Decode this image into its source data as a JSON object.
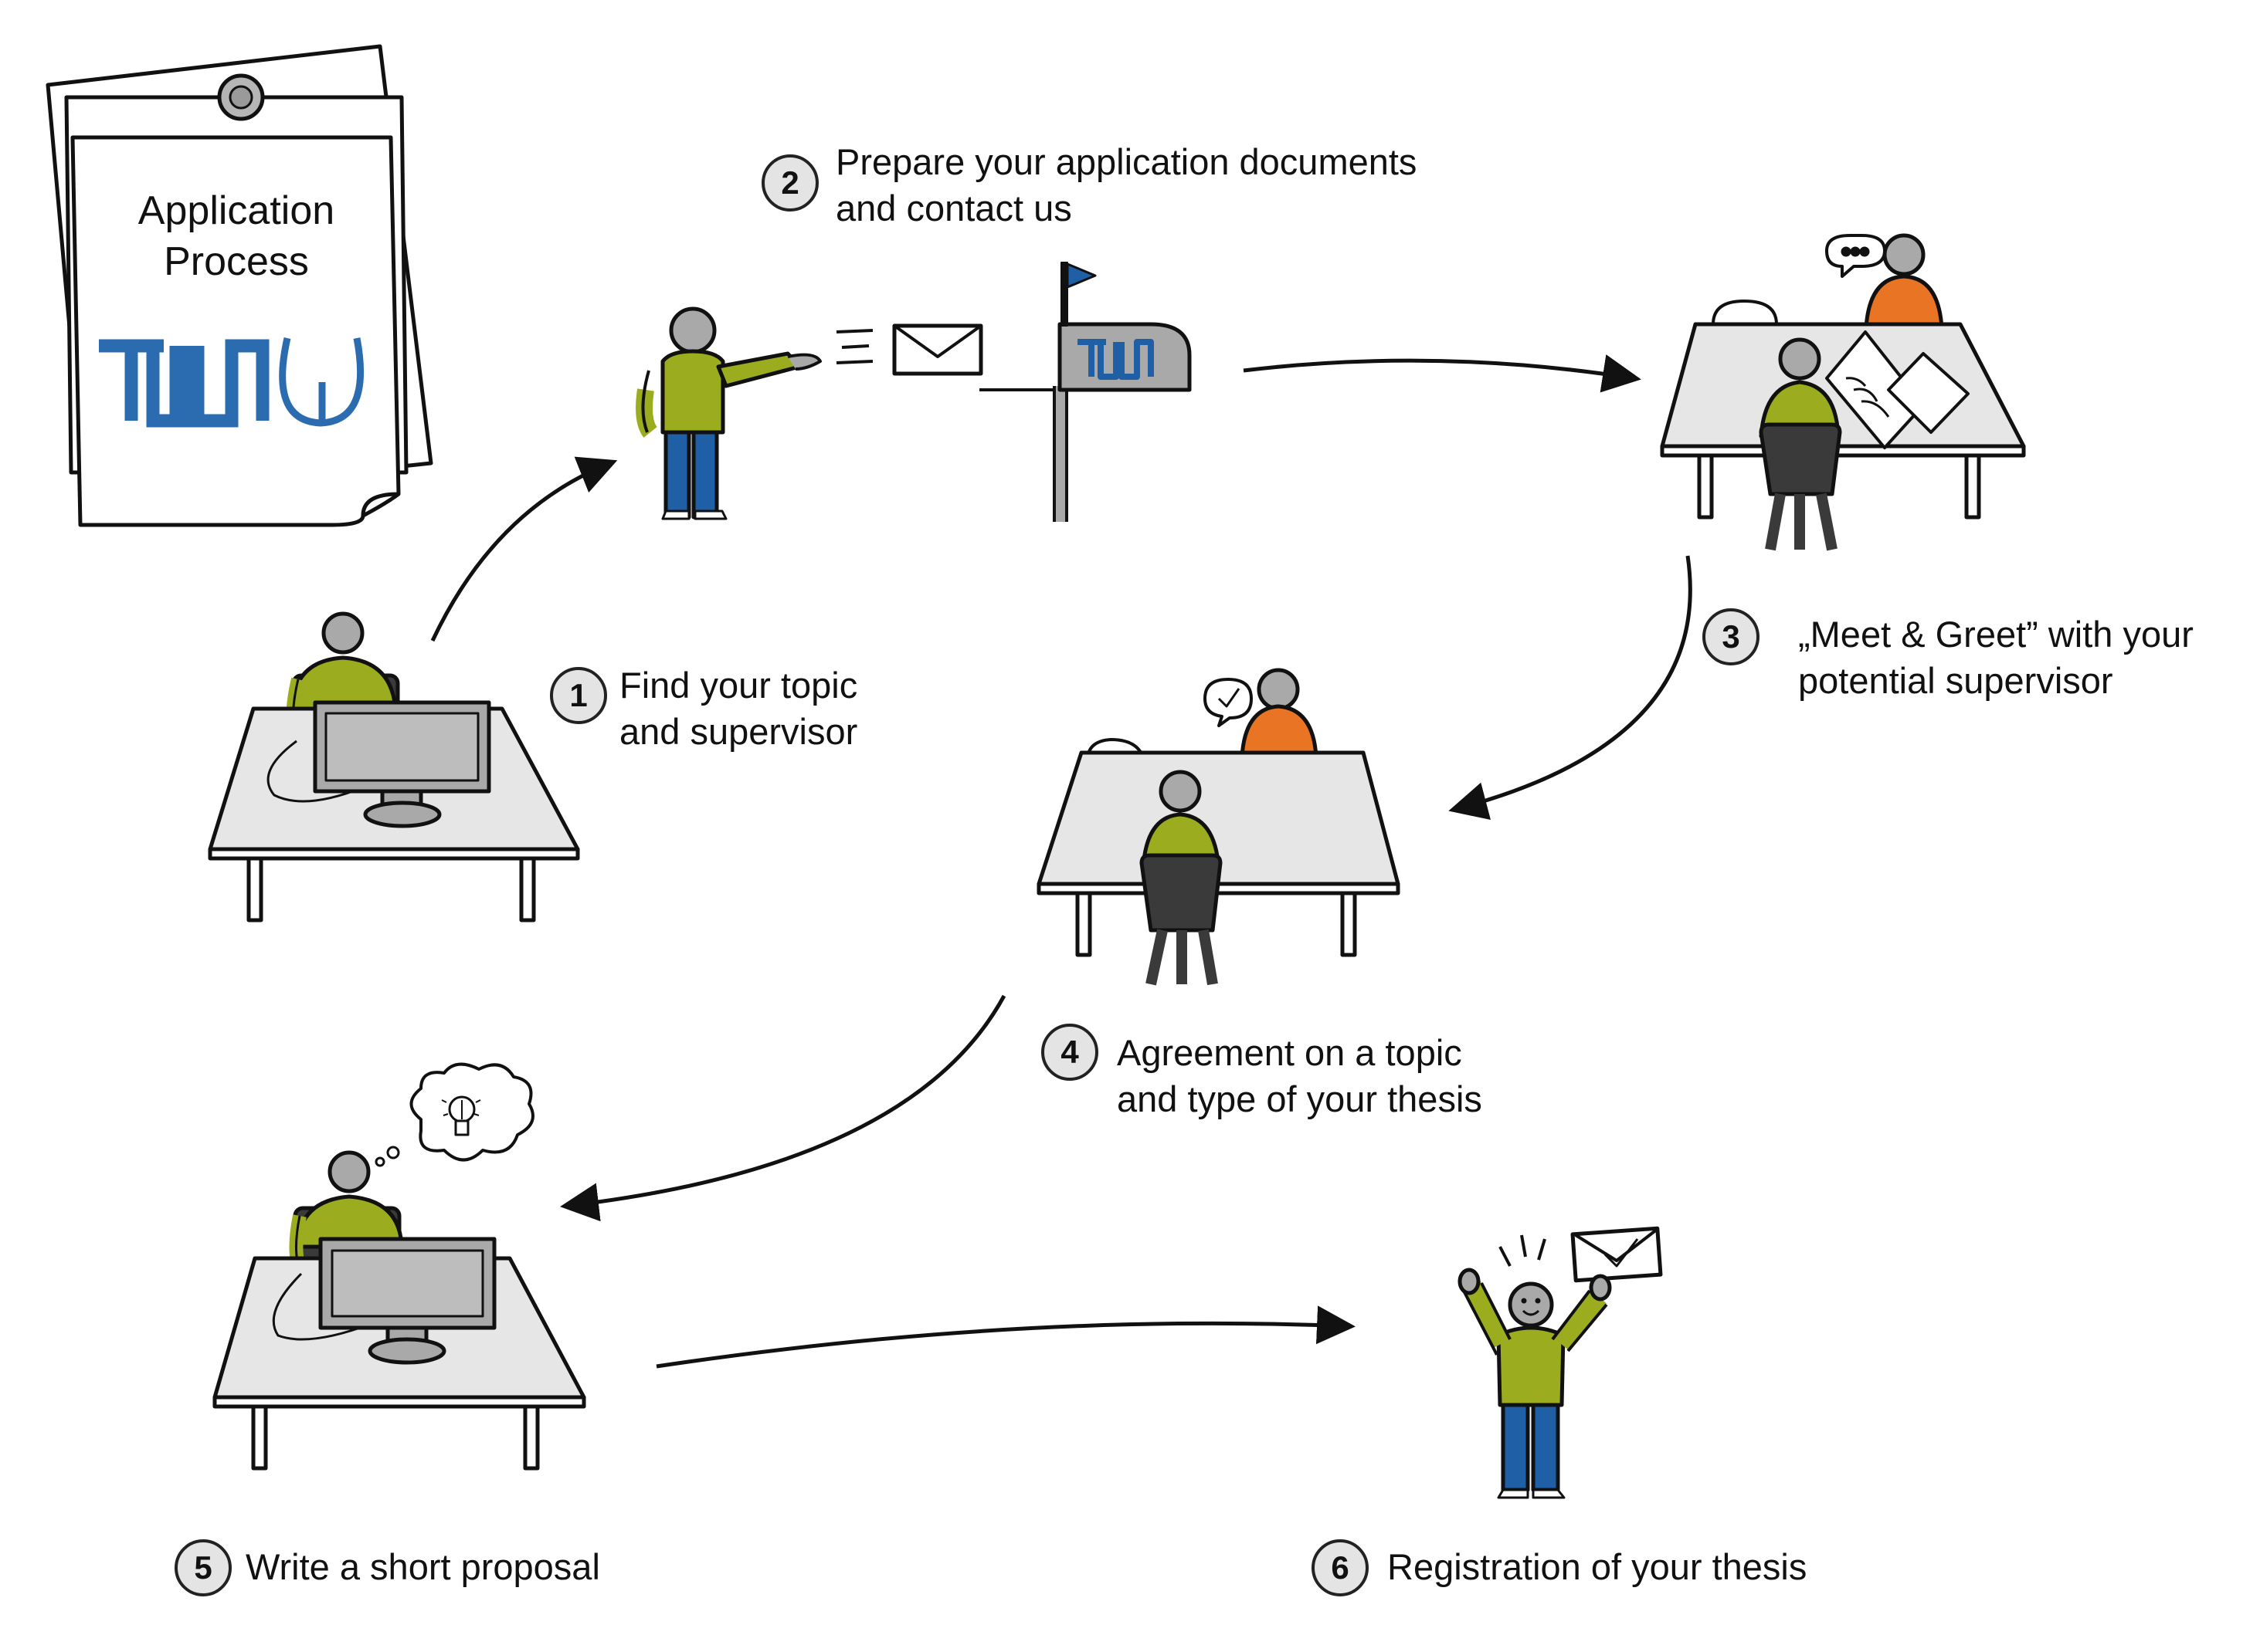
{
  "card": {
    "title_line1": "Application",
    "title_line2": "Process",
    "logo": "TUM logo"
  },
  "colors": {
    "green": "#9bac1f",
    "orange": "#e97524",
    "blue": "#1f5fa6",
    "tum_blue": "#2b6cb0",
    "grey": "#a9a9a9",
    "table": "#e6e6e6",
    "chair": "#3a3a3a"
  },
  "steps": [
    {
      "number": "1",
      "line1": "Find your topic",
      "line2": "and supervisor"
    },
    {
      "number": "2",
      "line1": "Prepare your application documents",
      "line2": "and contact us"
    },
    {
      "number": "3",
      "line1": "„Meet & Greet” with your",
      "line2": "potential supervisor"
    },
    {
      "number": "4",
      "line1": "Agreement on a topic",
      "line2": "and type of your thesis"
    },
    {
      "number": "5",
      "line1": "Write a short proposal"
    },
    {
      "number": "6",
      "line1": "Registration of your thesis"
    }
  ],
  "mailbox": {
    "logo": "TUM logo"
  }
}
